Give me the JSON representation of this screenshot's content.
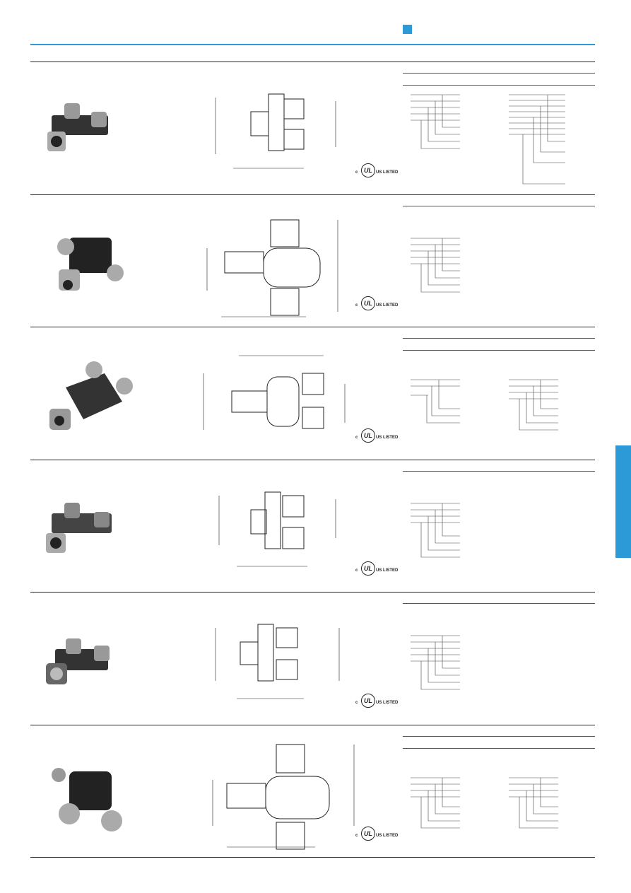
{
  "rows": [
    {
      "cert_c": "c",
      "cert_ul": "UL",
      "cert_text": "US LISTED"
    },
    {
      "cert_c": "c",
      "cert_ul": "UL",
      "cert_text": "US LISTED"
    },
    {
      "cert_c": "c",
      "cert_ul": "UL",
      "cert_text": "US LISTED"
    },
    {
      "cert_c": "c",
      "cert_ul": "UL",
      "cert_text": "US LISTED"
    },
    {
      "cert_c": "c",
      "cert_ul": "UL",
      "cert_text": "US LISTED"
    },
    {
      "cert_c": "c",
      "cert_ul": "UL",
      "cert_text": "US LISTED"
    }
  ],
  "colors": {
    "accent": "#2b9ad6",
    "line": "#222222"
  },
  "icons": {
    "section_marker": "blue-square-marker",
    "side_tab": "blue-side-tab"
  }
}
